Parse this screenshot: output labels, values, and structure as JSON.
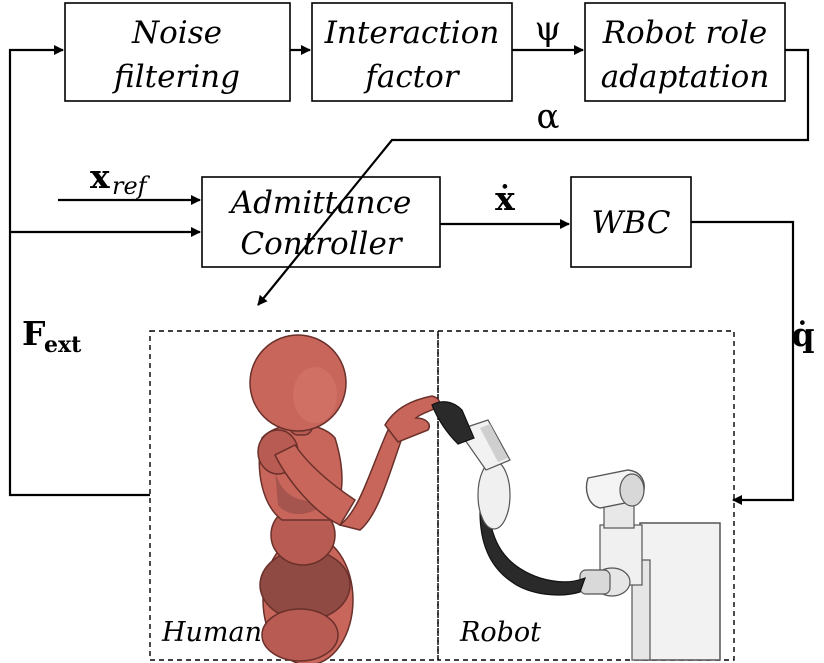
{
  "blocks": {
    "noise_filtering": [
      "Noise",
      "filtering"
    ],
    "interaction_factor": [
      "Interaction",
      "factor"
    ],
    "robot_role_adaptation": [
      "Robot role",
      "adaptation"
    ],
    "admittance_controller": [
      "Admittance",
      "Controller"
    ],
    "wbc": "WBC"
  },
  "signals": {
    "psi": "ψ",
    "alpha": "α",
    "x_ref_main": "x",
    "x_ref_sub": "ref",
    "x_dot": "ẋ",
    "q_dot": "q̇",
    "f_ext_main": "F",
    "f_ext_sub": "ext"
  },
  "regions": {
    "human": "Human",
    "robot": "Robot"
  },
  "colors": {
    "human_skin": "#c9665c",
    "human_shadow": "#8e4a43",
    "robot_white": "#f2f2f2",
    "robot_black": "#2a2a2a",
    "line": "#000000"
  }
}
